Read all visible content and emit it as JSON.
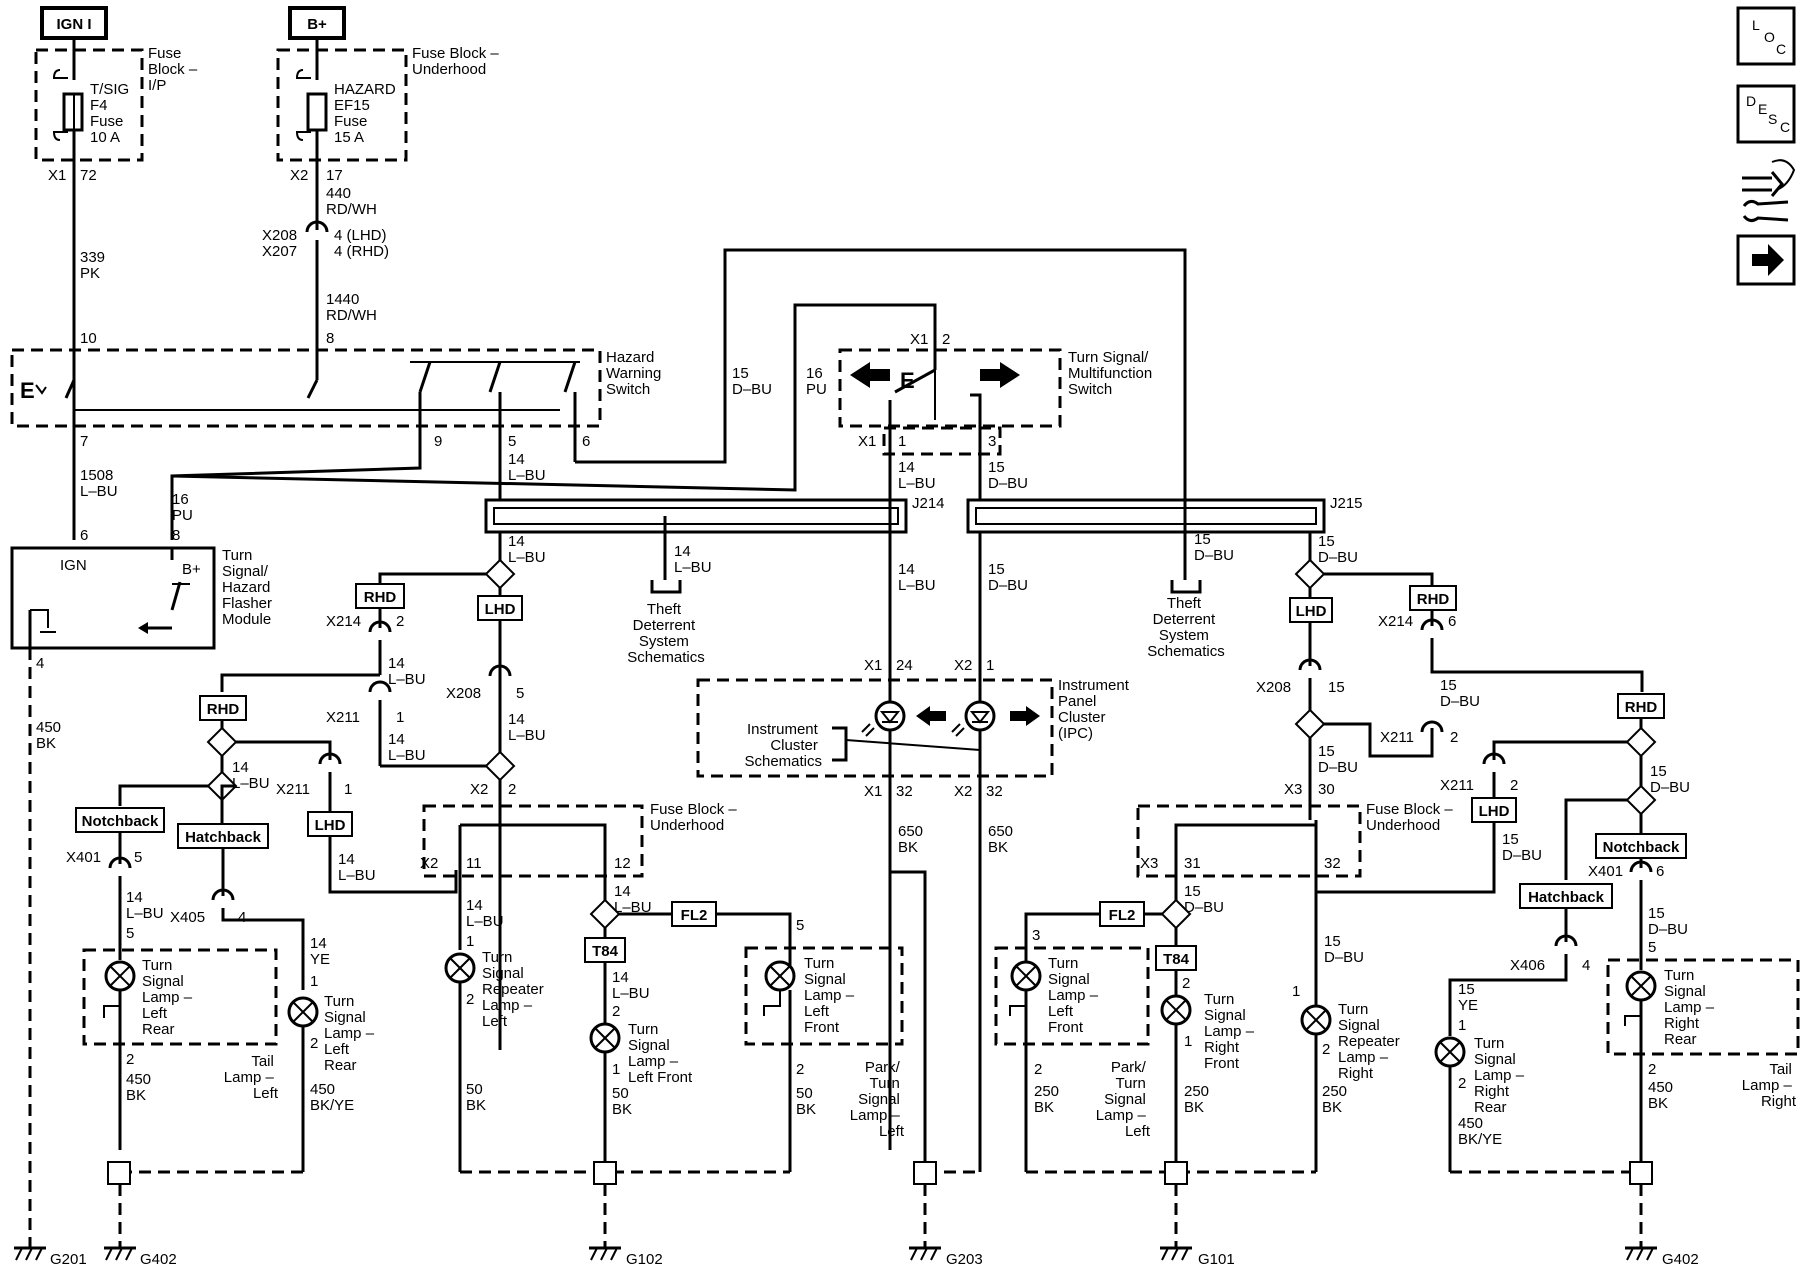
{
  "power": {
    "ign": "IGN I",
    "bplus": "B+"
  },
  "fuses": {
    "ip_block": [
      "Fuse",
      "Block –",
      "I/P"
    ],
    "tsig": [
      "T/SIG",
      "F4",
      "Fuse",
      "10 A"
    ],
    "uh_block": [
      "Fuse Block –",
      "Underhood"
    ],
    "hazard": [
      "HAZARD",
      "EF15",
      "Fuse",
      "15 A"
    ]
  },
  "components": {
    "hazard_switch": [
      "Hazard",
      "Warning",
      "Switch"
    ],
    "turn_switch": [
      "Turn Signal/",
      "Multifunction",
      "Switch"
    ],
    "flasher": [
      "Turn",
      "Signal/",
      "Hazard",
      "Flasher",
      "Module"
    ],
    "flasher_ign": "IGN",
    "flasher_bplus": "B+",
    "ipc": [
      "Instrument",
      "Panel",
      "Cluster",
      "(IPC)"
    ],
    "ipc_schem": [
      "Instrument",
      "Cluster",
      "Schematics"
    ],
    "theft": [
      "Theft",
      "Deterrent",
      "System",
      "Schematics"
    ],
    "fb_underhood": [
      "Fuse Block –",
      "Underhood"
    ],
    "j214": "J214",
    "j215": "J215",
    "tail_left": [
      "Tail",
      "Lamp –",
      "Left"
    ],
    "tail_right": [
      "Tail",
      "Lamp –",
      "Right"
    ],
    "park_left": [
      "Park/",
      "Turn",
      "Signal",
      "Lamp –",
      "Left"
    ],
    "park_right": [
      "Park/",
      "Turn",
      "Signal",
      "Lamp –",
      "Left"
    ]
  },
  "lamps": {
    "lr": [
      "Turn",
      "Signal",
      "Lamp –",
      "Left",
      "Rear"
    ],
    "lr2": [
      "Turn",
      "Signal",
      "Lamp –",
      "Left",
      "Rear"
    ],
    "rep_l": [
      "Turn",
      "Signal",
      "Repeater",
      "Lamp –",
      "Left"
    ],
    "lf": [
      "Turn",
      "Signal",
      "Lamp –",
      "Left Front"
    ],
    "lf2": [
      "Turn",
      "Signal",
      "Lamp –",
      "Left",
      "Front"
    ],
    "lf3": [
      "Turn",
      "Signal",
      "Lamp –",
      "Left",
      "Front"
    ],
    "rf": [
      "Turn",
      "Signal",
      "Lamp –",
      "Right",
      "Front"
    ],
    "rep_r": [
      "Turn",
      "Signal",
      "Repeater",
      "Lamp –",
      "Right"
    ],
    "rr": [
      "Turn",
      "Signal",
      "Lamp –",
      "Right",
      "Rear"
    ],
    "rr2": [
      "Turn",
      "Signal",
      "Lamp –",
      "Right",
      "Rear"
    ]
  },
  "tags": {
    "rhd": "RHD",
    "lhd": "LHD",
    "notchback": "Notchback",
    "hatchback": "Hatchback",
    "t84": "T84",
    "fl2": "FL2"
  },
  "grounds": [
    "G201",
    "G402",
    "G102",
    "G203",
    "G101",
    "G402"
  ],
  "nav": {
    "loc": [
      "L",
      "O",
      "C"
    ],
    "desc": [
      "D",
      "E",
      "S",
      "C"
    ]
  },
  "labels": {
    "x1": "X1",
    "x2": "X2",
    "x3": "X3",
    "x208": "X208",
    "x207": "X207",
    "x214": "X214",
    "x211": "X211",
    "x401": "X401",
    "x405": "X405",
    "x406": "X406",
    "n72": "72",
    "n17": "17",
    "c440": "440",
    "rdwh": "RD/WH",
    "lhd4": "4 (LHD)",
    "rhd4": "4 (RHD)",
    "c1440": "1440",
    "c339": "339",
    "pk": "PK",
    "n10": "10",
    "n8": "8",
    "n7": "7",
    "n9": "9",
    "n5": "5",
    "n6": "6",
    "c1508": "1508",
    "lbu": "L–BU",
    "dbu": "D–BU",
    "pu": "PU",
    "bk": "BK",
    "ye": "YE",
    "bkye": "BK/YE",
    "n14": "14",
    "n15": "15",
    "n16": "16",
    "n4": "4",
    "n2": "2",
    "n1": "1",
    "n3": "3",
    "n11": "11",
    "n12": "12",
    "n24": "24",
    "n30": "30",
    "n31": "31",
    "n32": "32",
    "c450": "450",
    "c50": "50",
    "c650": "650",
    "c250": "250"
  }
}
